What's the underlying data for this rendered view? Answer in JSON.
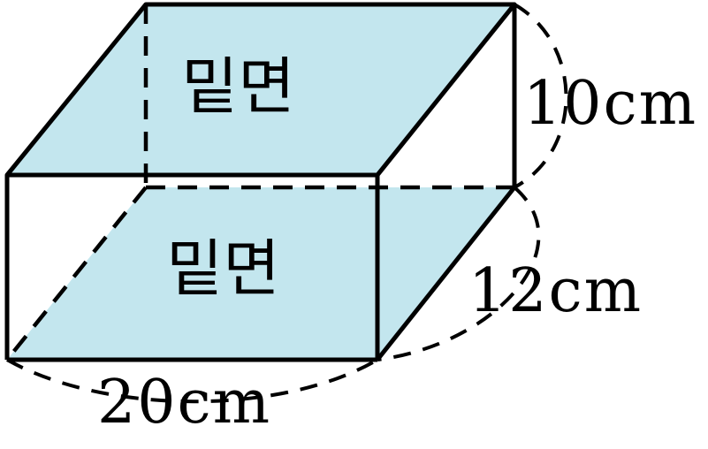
{
  "diagram": {
    "top_face_label": "밑면",
    "bottom_face_label": "밑면",
    "height_label": "10cm",
    "depth_label": "12cm",
    "width_label": "20cm",
    "colors": {
      "face_fill": "#c3e6ee",
      "stroke": "#000000",
      "background": "#ffffff"
    }
  }
}
